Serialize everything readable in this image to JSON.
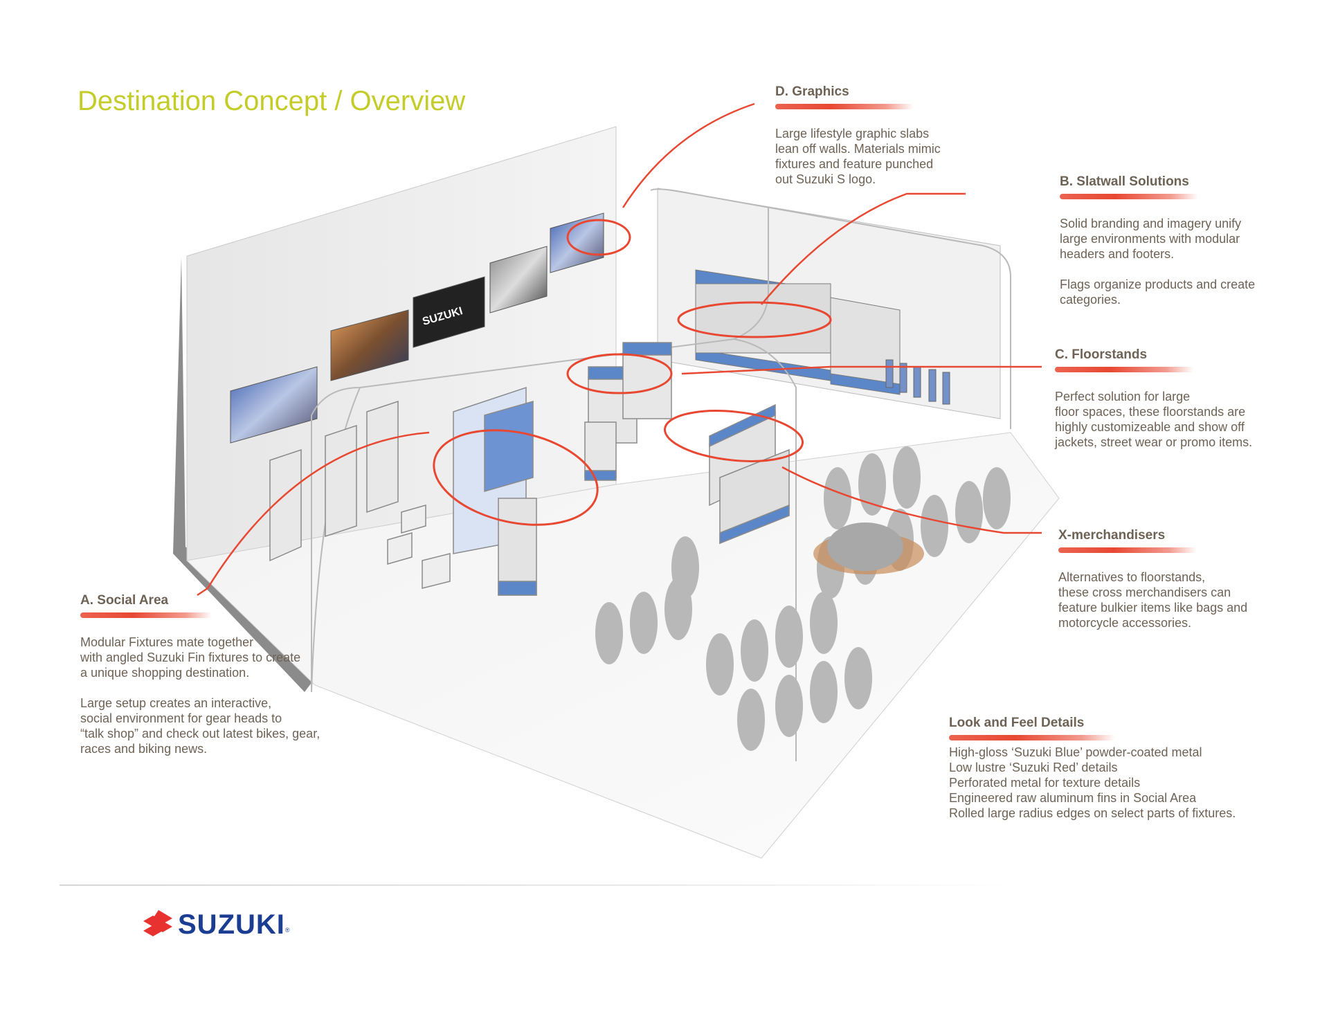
{
  "page_title": "Destination Concept / Overview",
  "brand": {
    "name": "SUZUKI",
    "reg": "®",
    "red": "#e8322f",
    "blue": "#1b3e93",
    "accent_title": "#c4cc2a",
    "brush": "#e84832"
  },
  "callouts": {
    "graphics": {
      "title": "D. Graphics",
      "body": "Large lifestyle graphic slabs\nlean off walls. Materials mimic\nfixtures and feature punched\nout Suzuki S logo."
    },
    "slatwall": {
      "title": "B. Slatwall Solutions",
      "body": "Solid branding and imagery unify\nlarge environments with modular\nheaders and footers.\n\nFlags organize products and create\ncategories."
    },
    "floorstands": {
      "title": "C. Floorstands",
      "body": "Perfect solution for large\nfloor spaces, these floorstands are\nhighly customizeable and show off\njackets, street wear or promo items."
    },
    "xmerch": {
      "title": "X-merchandisers",
      "body": "Alternatives to floorstands,\nthese cross merchandisers can\nfeature bulkier items like bags and\nmotorcycle accessories."
    },
    "social": {
      "title": "A. Social Area",
      "body": "Modular Fixtures mate together\nwith angled Suzuki Fin fixtures to create\na unique shopping destination.\n\nLarge setup creates an interactive,\nsocial environment for gear heads to\n“talk shop” and check out latest bikes, gear,\nraces and biking news."
    },
    "lookfeel": {
      "title": "Look and Feel Details",
      "body": "High-gloss ‘Suzuki Blue’ powder-coated metal\nLow lustre ‘Suzuki Red’ details\nPerforated metal for texture details\nEngineered raw aluminum fins in Social Area\nRolled large radius edges on select parts of fixtures."
    }
  },
  "illustration": {
    "wall_sign": "SUZUKI"
  }
}
